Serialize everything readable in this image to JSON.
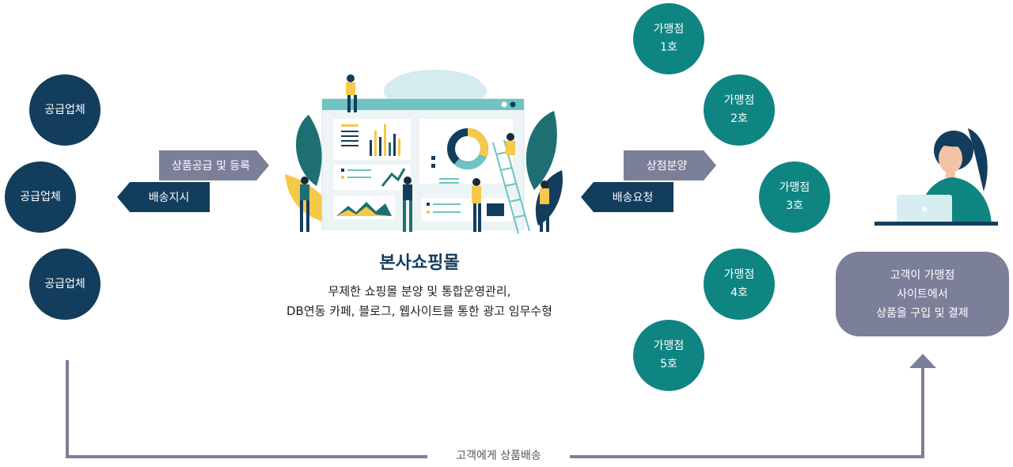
{
  "suppliers": [
    "공급업체",
    "공급업체",
    "공급업체"
  ],
  "tags": {
    "supply_register": "상품공급 및 등록",
    "delivery_order": "배송지시",
    "store_sale": "상점분양",
    "delivery_request": "배송요청"
  },
  "hq": {
    "title": "본사쇼핑몰",
    "desc_line1": "무제한 쇼핑몰 분양 및 통합운영관리,",
    "desc_line2": "DB연동 카페, 블로그, 웹사이트를 통한 광고 임무수형"
  },
  "branches": [
    {
      "name": "가맹점",
      "num": "1호"
    },
    {
      "name": "가맹점",
      "num": "2호"
    },
    {
      "name": "가맹점",
      "num": "3호"
    },
    {
      "name": "가맹점",
      "num": "4호"
    },
    {
      "name": "가맹점",
      "num": "5호"
    }
  ],
  "customer": {
    "line1": "고객이 가맹점",
    "line2": "사이트에서",
    "line3": "상품을 구입 및 결제"
  },
  "shipping_label": "고객에게 상품배송",
  "colors": {
    "navy": "#133d5c",
    "teal": "#0f8582",
    "gray": "#7b7f98"
  }
}
